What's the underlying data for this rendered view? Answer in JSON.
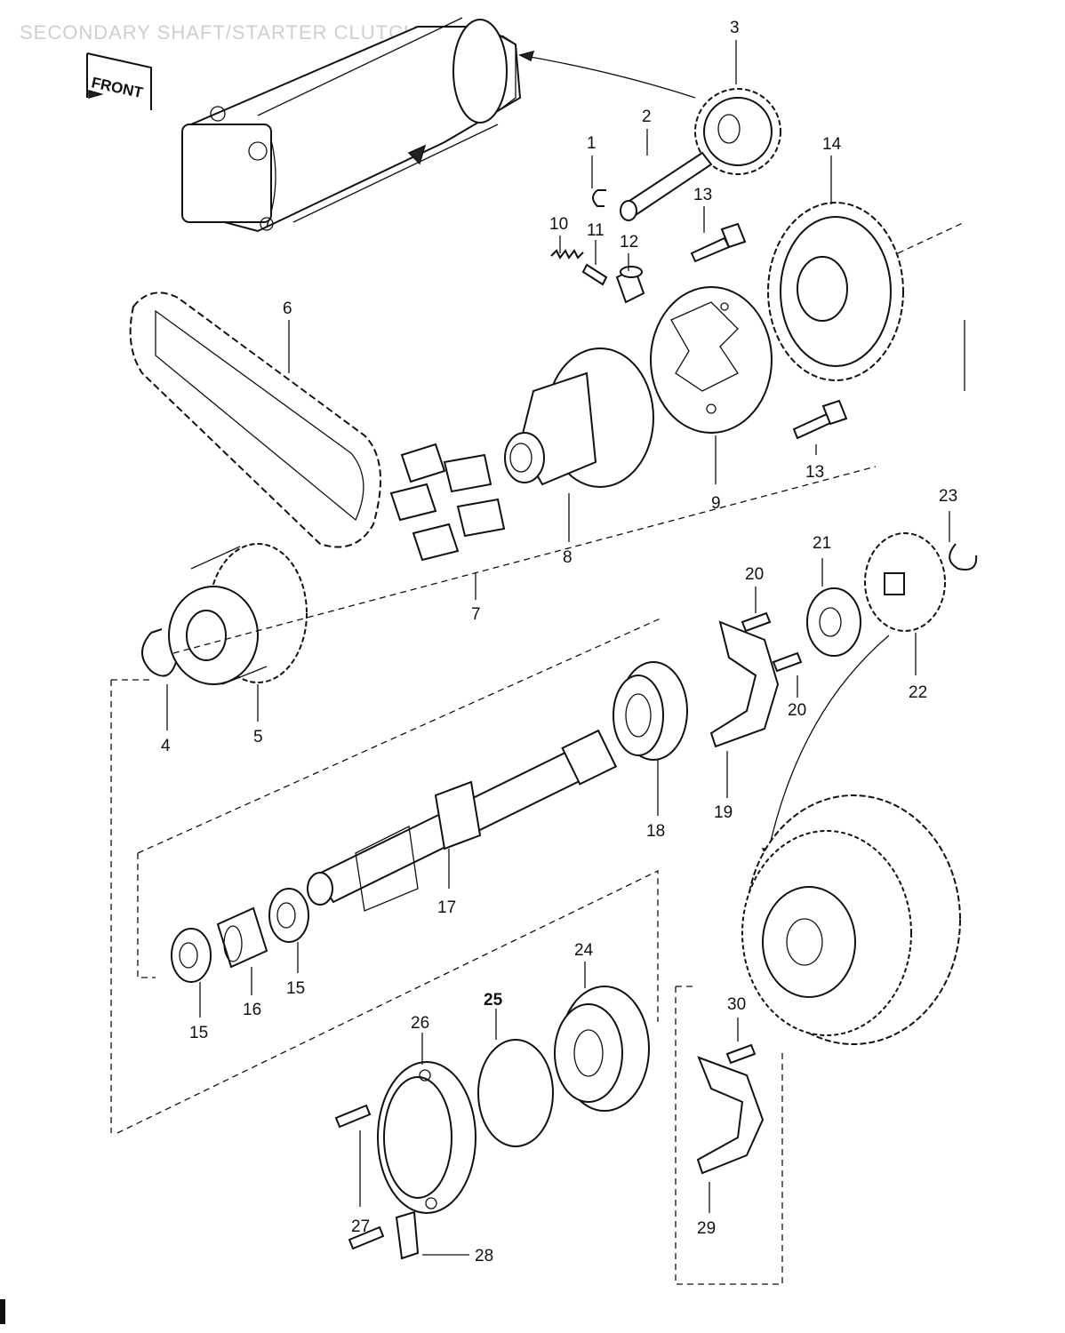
{
  "diagram": {
    "title": "SECONDARY SHAFT/STARTER CLUTCH",
    "front_label": "FRONT",
    "labels": {
      "p1": "1",
      "p2": "2",
      "p3": "3",
      "p4": "4",
      "p5": "5",
      "p6": "6",
      "p7": "7",
      "p8": "8",
      "p9": "9",
      "p10": "10",
      "p11": "11",
      "p12": "12",
      "p13a": "13",
      "p13b": "13",
      "p14": "14",
      "p15a": "15",
      "p15b": "15",
      "p16": "16",
      "p17": "17",
      "p18": "18",
      "p19": "19",
      "p20a": "20",
      "p20b": "20",
      "p21": "21",
      "p22": "22",
      "p23": "23",
      "p24": "24",
      "p25": "25",
      "p26": "26",
      "p27": "27",
      "p28": "28",
      "p29": "29",
      "p30": "30"
    }
  }
}
